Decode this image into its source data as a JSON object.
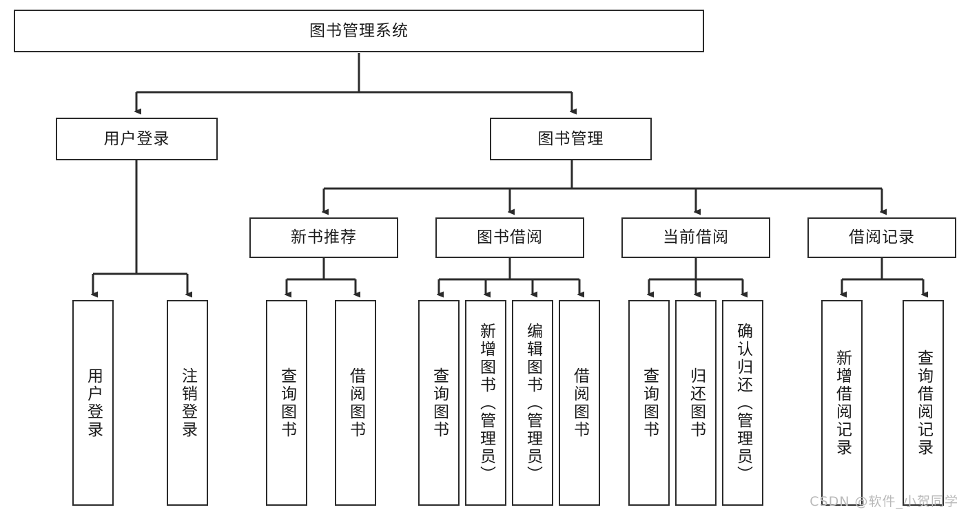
{
  "diagram": {
    "title_node": {
      "label": "图书管理系统"
    },
    "level2": [
      {
        "label": "用户登录"
      },
      {
        "label": "图书管理"
      }
    ],
    "level3": [
      {
        "label": "新书推荐"
      },
      {
        "label": "图书借阅"
      },
      {
        "label": "当前借阅"
      },
      {
        "label": "借阅记录"
      }
    ],
    "leaves": [
      {
        "label": "用户登录"
      },
      {
        "label": "注销登录"
      },
      {
        "label": "查询图书"
      },
      {
        "label": "借阅图书"
      },
      {
        "label": "查询图书"
      },
      {
        "label": "新增图书（管理员）"
      },
      {
        "label": "编辑图书（管理员）"
      },
      {
        "label": "借阅图书"
      },
      {
        "label": "查询图书"
      },
      {
        "label": "归还图书"
      },
      {
        "label": "确认归还（管理员）"
      },
      {
        "label": "新增借阅记录"
      },
      {
        "label": "查询借阅记录"
      }
    ],
    "watermark": "CSDN @软件_小贺同学",
    "colors": {
      "stroke": "#2b2b2b",
      "fill": "#ffffff",
      "text": "#1a1a1a",
      "watermark": "#b9b9b9"
    }
  }
}
